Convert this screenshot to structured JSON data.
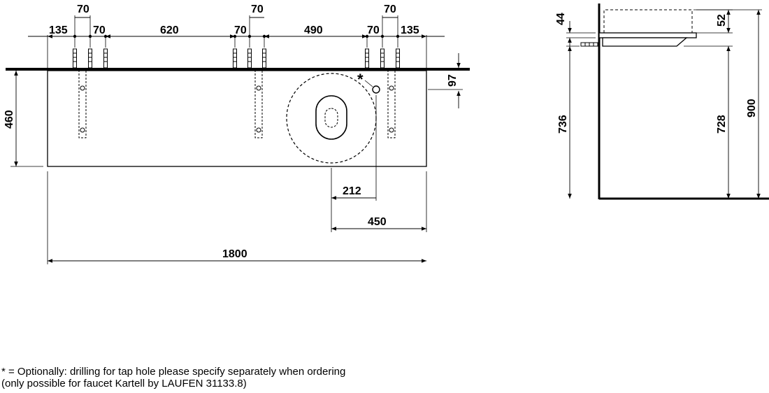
{
  "dimensions": {
    "w135_left": "135",
    "w70_a": "70",
    "w70_top_left": "70",
    "w620": "620",
    "w70_b": "70",
    "w70_top_mid": "70",
    "w490": "490",
    "w70_c": "70",
    "w70_top_right": "70",
    "w135_right": "135",
    "h97": "97",
    "h460": "460",
    "w212": "212",
    "w450": "450",
    "w1800": "1800",
    "h44": "44",
    "h52": "52",
    "h736": "736",
    "h728": "728",
    "h900": "900"
  },
  "tap_hole_marker": "*",
  "notes": {
    "line1": "* = Optionally: drilling for tap hole please specify separately when ordering",
    "line2": "(only possible for faucet Kartell by LAUFEN 31133.8)"
  }
}
